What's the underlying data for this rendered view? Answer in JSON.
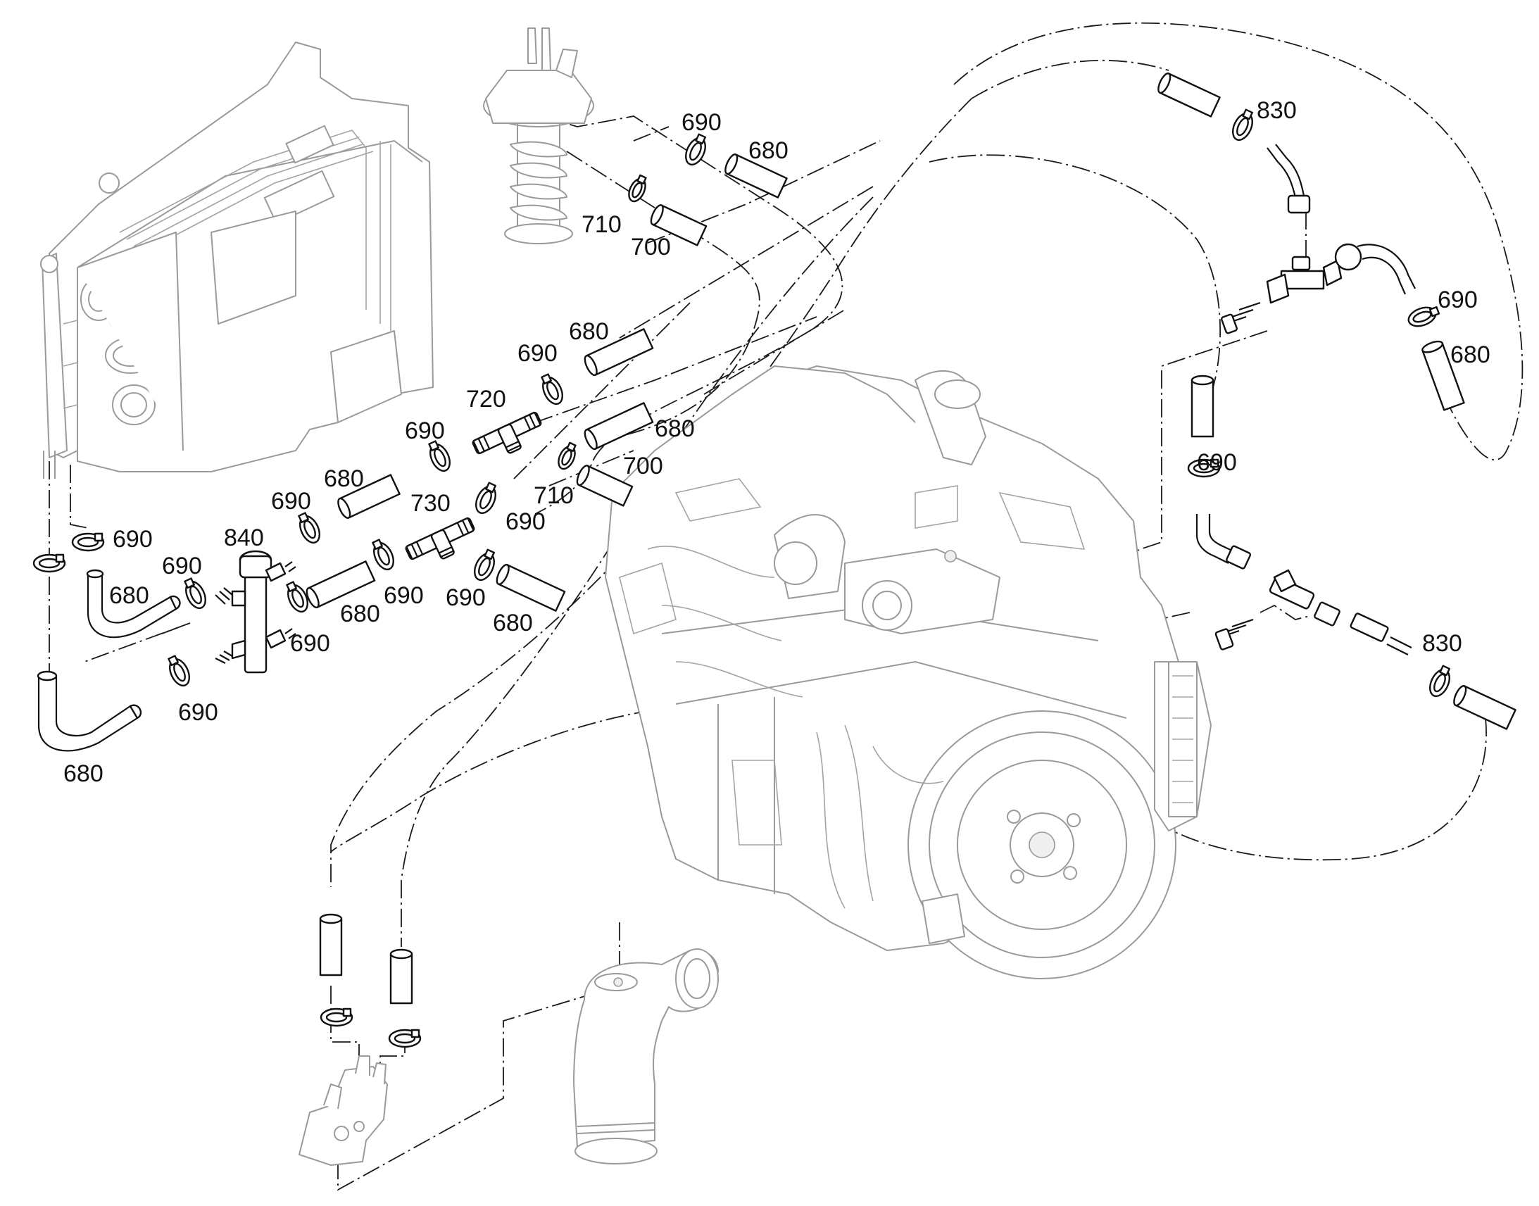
{
  "callouts": [
    {
      "id": "c01",
      "text": "690"
    },
    {
      "id": "c02",
      "text": "680"
    },
    {
      "id": "c03",
      "text": "710"
    },
    {
      "id": "c04",
      "text": "700"
    },
    {
      "id": "c05",
      "text": "830"
    },
    {
      "id": "c06",
      "text": "690"
    },
    {
      "id": "c07",
      "text": "680"
    },
    {
      "id": "c08",
      "text": "680"
    },
    {
      "id": "c09",
      "text": "690"
    },
    {
      "id": "c10",
      "text": "720"
    },
    {
      "id": "c11",
      "text": "680"
    },
    {
      "id": "c12",
      "text": "690"
    },
    {
      "id": "c13",
      "text": "700"
    },
    {
      "id": "c14",
      "text": "710"
    },
    {
      "id": "c15",
      "text": "690"
    },
    {
      "id": "c16",
      "text": "680"
    },
    {
      "id": "c17",
      "text": "690"
    },
    {
      "id": "c18",
      "text": "730"
    },
    {
      "id": "c19",
      "text": "690"
    },
    {
      "id": "c20",
      "text": "840"
    },
    {
      "id": "c21",
      "text": "690"
    },
    {
      "id": "c22",
      "text": "690"
    },
    {
      "id": "c23",
      "text": "680"
    },
    {
      "id": "c24",
      "text": "690"
    },
    {
      "id": "c25",
      "text": "690"
    },
    {
      "id": "c26",
      "text": "680"
    },
    {
      "id": "c27",
      "text": "690"
    },
    {
      "id": "c28",
      "text": "680"
    },
    {
      "id": "c29",
      "text": "830"
    },
    {
      "id": "c30",
      "text": "690"
    },
    {
      "id": "c31",
      "text": "680"
    }
  ],
  "components": {
    "heater_unit": "heater-box",
    "fuel_sender": "tank-sender-unit",
    "engine": "diesel-engine",
    "intake_elbow": "air-intake-elbow",
    "expansion_valve": "valve-block",
    "hose_part": "680",
    "clamp_part": "690",
    "short_hose_part": "700",
    "small_clamp_part": "710",
    "tee_720": "720",
    "tee_730": "730",
    "connector_830": "830",
    "manifold_840": "840"
  }
}
